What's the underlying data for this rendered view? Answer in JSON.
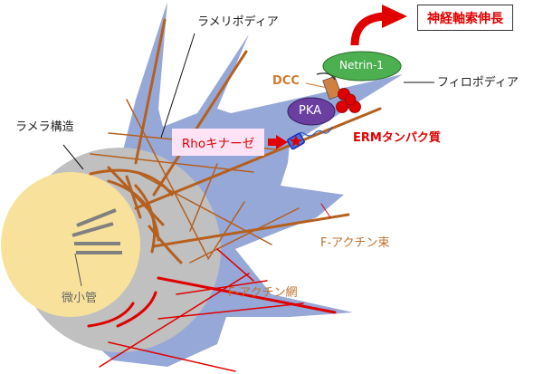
{
  "labels": {
    "lamellipodia": "ラメリポディア",
    "lamella": "ラメラ構造",
    "filopodia": "フィロポディア",
    "microtubule": "微小管",
    "f_actin_bundle": "F-アクチン束",
    "f_actin_network": "F-アクチン網",
    "dcc": "DCC",
    "netrin": "Netrin-1",
    "pka": "PKA",
    "rho_kinase": "Rhoキナーゼ",
    "erm": "ERMタンパク質",
    "outcome": "神経軸索伸長"
  },
  "colors": {
    "cell_body": "#f8e29b",
    "lamella_ring": "#c0c0c0",
    "growth_cone": "#95a8d8",
    "actin_bundle": "#b5601e",
    "actin_network": "#e00000",
    "microtubule": "#808080",
    "netrin": "#4caf50",
    "pka": "#6a3fa0",
    "dcc": "#d08040",
    "erm": "#e00000",
    "rho_box": "#fde3f5",
    "arrow": "#e00000"
  }
}
